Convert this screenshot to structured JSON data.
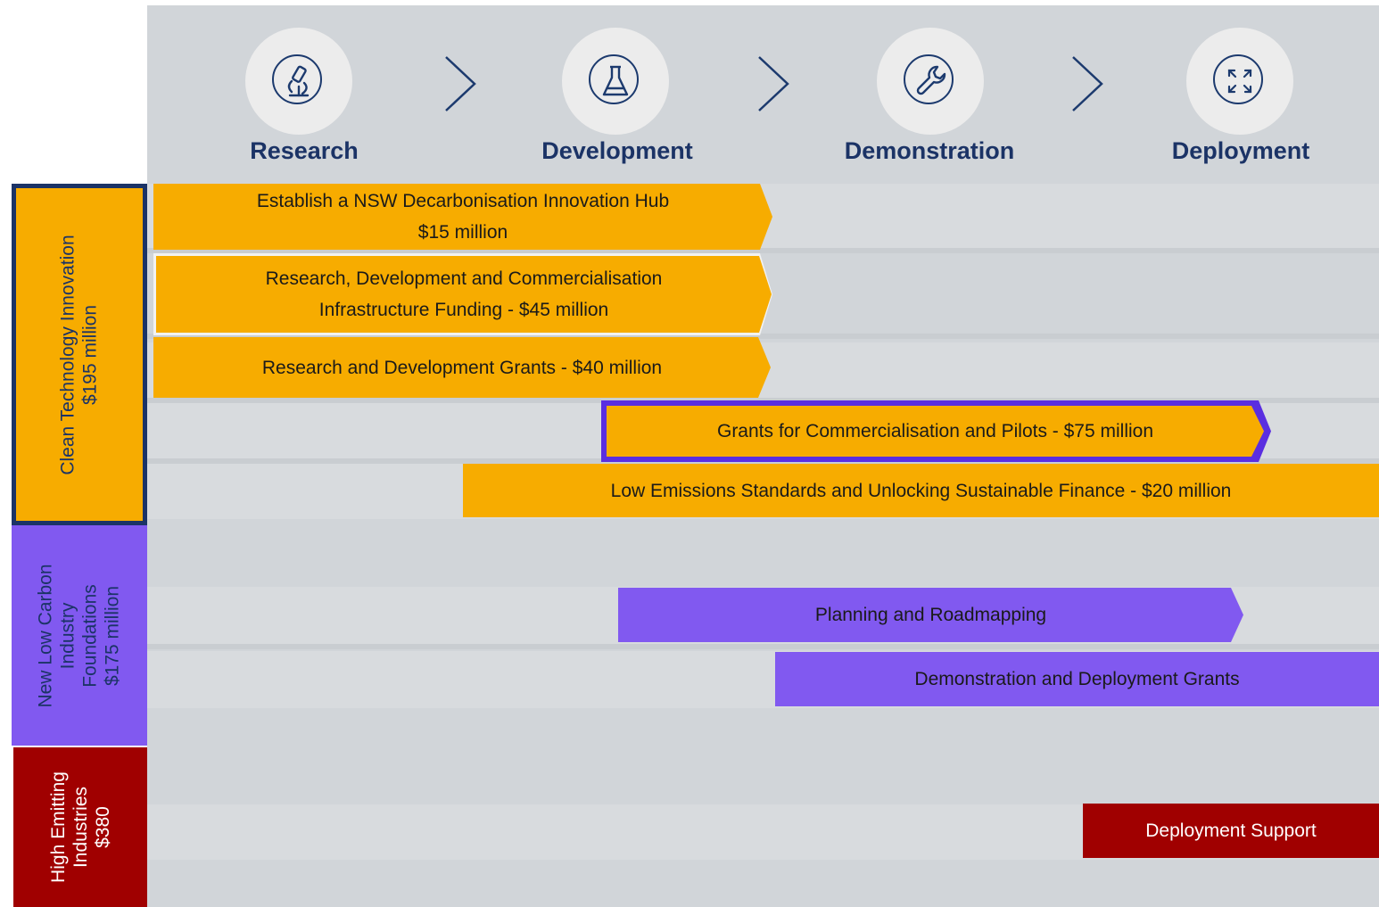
{
  "stages": [
    {
      "label": "Research",
      "icon": "microscope-icon"
    },
    {
      "label": "Development",
      "icon": "flask-icon"
    },
    {
      "label": "Demonstration",
      "icon": "wrench-icon"
    },
    {
      "label": "Deployment",
      "icon": "expand-icon"
    }
  ],
  "categories": [
    {
      "label": "Clean Technology Innovation\n$195 million",
      "color": "#f7ac00"
    },
    {
      "label": "New Low Carbon\nIndustry\nFoundations\n$175 million",
      "color": "#8159f0"
    },
    {
      "label": "High Emitting\nIndustries\n$380",
      "color": "#a00000"
    }
  ],
  "programs": {
    "hub": "Establish a NSW Decarbonisation Innovation Hub\n$15 million",
    "rdc_infra": "Research, Development and Commercialisation\nInfrastructure Funding - $45 million",
    "rd_grants": "Research and Development Grants - $40 million",
    "commercialisation": "Grants for Commercialisation and Pilots - $75 million",
    "low_emissions": "Low Emissions Standards and Unlocking Sustainable Finance - $20 million",
    "planning": "Planning and Roadmapping",
    "demo_deploy": "Demonstration and Deployment Grants",
    "deployment_support": "Deployment Support"
  },
  "colors": {
    "orange": "#f7ac00",
    "purple": "#8159f0",
    "red": "#a00000",
    "navy": "#1b3366",
    "highlight": "#5a2ee0"
  }
}
